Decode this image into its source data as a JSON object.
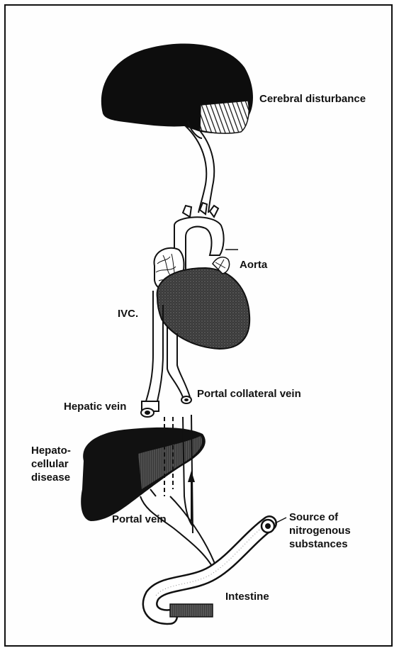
{
  "labels": {
    "cerebral": "Cerebral disturbance",
    "aorta": "Aorta",
    "ivc": "IVC.",
    "hepatic_vein": "Hepatic vein",
    "portal_collateral": "Portal collateral vein",
    "hepatocellular": "Hepato-\ncellular\ndisease",
    "portal_vein": "Portal vein",
    "source": "Source of\nnitrogenous\nsubstances",
    "intestine": "Intestine"
  }
}
